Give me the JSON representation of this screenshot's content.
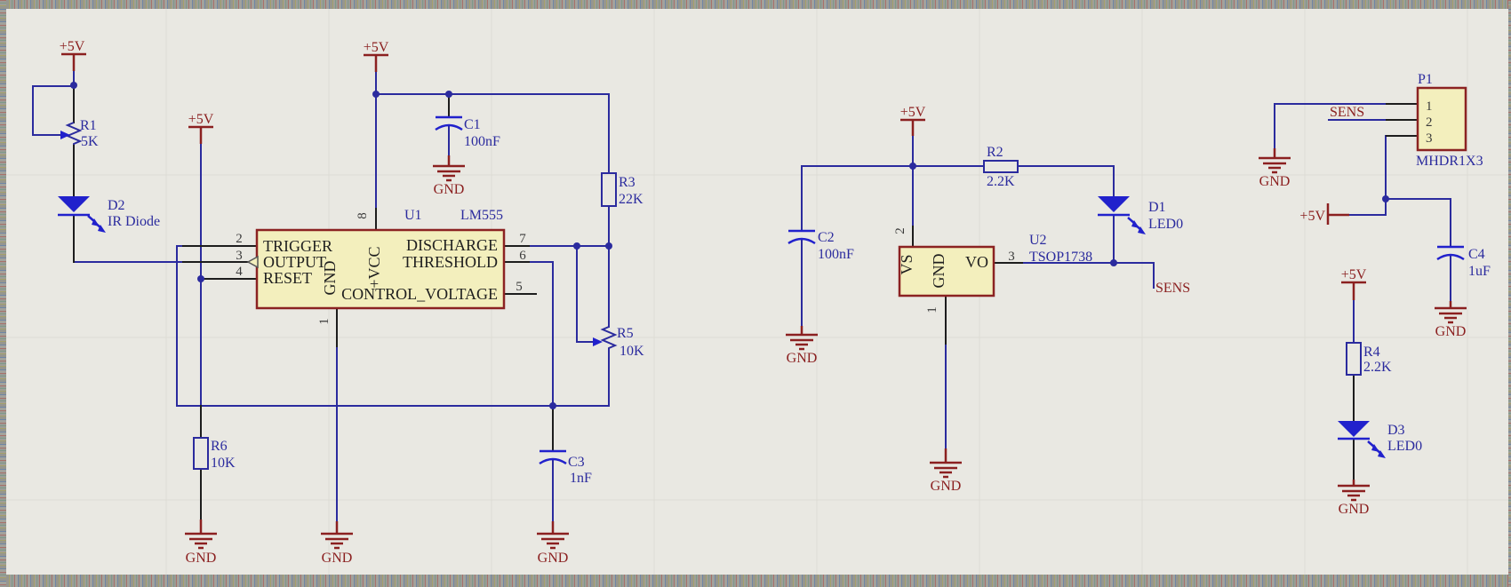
{
  "nets": {
    "power": "+5V",
    "ground": "GND",
    "sens": "SENS"
  },
  "components": {
    "u1": {
      "designator": "U1",
      "part": "LM555",
      "pins": {
        "trigger": "TRIGGER",
        "output": "OUTPUT",
        "reset": "RESET",
        "gnd": "GND",
        "vcc": "+VCC",
        "discharge": "DISCHARGE",
        "threshold": "THRESHOLD",
        "control_voltage": "CONTROL_VOLTAGE"
      },
      "pin_numbers": {
        "trigger": "2",
        "output": "3",
        "reset": "4",
        "gnd": "1",
        "vcc": "8",
        "discharge": "7",
        "threshold": "6",
        "control_voltage": "5"
      }
    },
    "u2": {
      "designator": "U2",
      "part": "TSOP1738",
      "pins": {
        "vs": "VS",
        "gnd": "GND",
        "vo": "VO"
      },
      "pin_numbers": {
        "vs": "2",
        "gnd": "1",
        "vo": "3"
      }
    },
    "p1": {
      "designator": "P1",
      "part": "MHDR1X3",
      "pin_numbers": [
        "1",
        "2",
        "3"
      ]
    },
    "r1": {
      "designator": "R1",
      "value": "5K"
    },
    "r2": {
      "designator": "R2",
      "value": "2.2K"
    },
    "r3": {
      "designator": "R3",
      "value": "22K"
    },
    "r4": {
      "designator": "R4",
      "value": "2.2K"
    },
    "r5": {
      "designator": "R5",
      "value": "10K"
    },
    "r6": {
      "designator": "R6",
      "value": "10K"
    },
    "c1": {
      "designator": "C1",
      "value": "100nF"
    },
    "c2": {
      "designator": "C2",
      "value": "100nF"
    },
    "c3": {
      "designator": "C3",
      "value": "1nF"
    },
    "c4": {
      "designator": "C4",
      "value": "1uF"
    },
    "d1": {
      "designator": "D1",
      "value": "LED0"
    },
    "d2": {
      "designator": "D2",
      "value": "IR Diode"
    },
    "d3": {
      "designator": "D3",
      "value": "LED0"
    }
  },
  "colors": {
    "wire": "#2b2b9e",
    "power": "#8b2020",
    "lead": "#1d1d1d",
    "ic_fill": "#f3efbd",
    "ic_border": "#8b2222",
    "led": "#2121cc",
    "background": "#e9e8e2",
    "grid": "#dddcd5"
  }
}
